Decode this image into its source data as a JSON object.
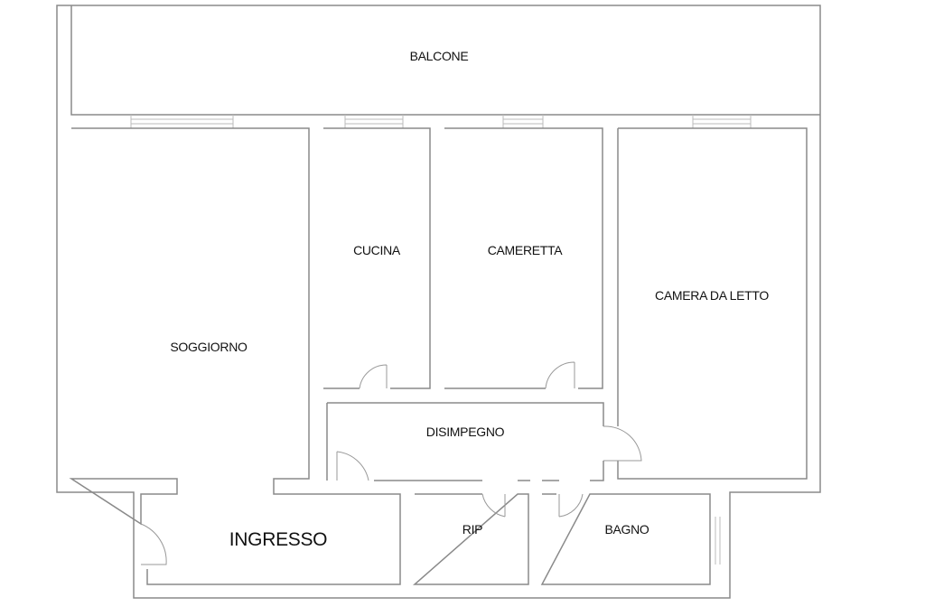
{
  "title": "Floor plan",
  "rooms": {
    "balcone": "BALCONE",
    "cucina": "CUCINA",
    "cameretta": "CAMERETTA",
    "camera": "CAMERA DA LETTO",
    "soggiorno": "SOGGIORNO",
    "disimpegno": "DISIMPEGNO",
    "ingresso": "INGRESSO",
    "rip": "RIP",
    "bagno": "BAGNO"
  },
  "colors": {
    "wall": "#8a8a8a",
    "text": "#111111"
  }
}
